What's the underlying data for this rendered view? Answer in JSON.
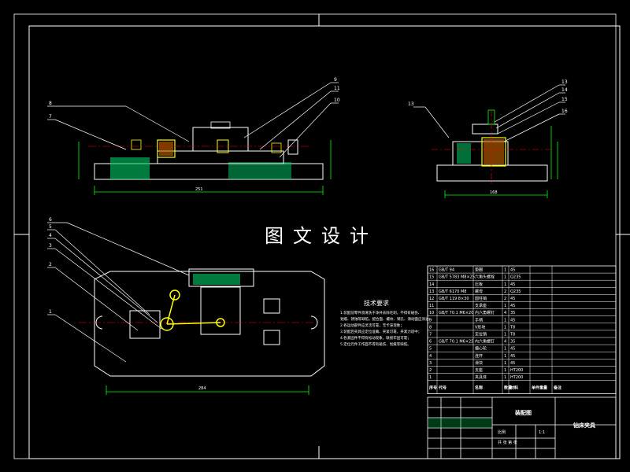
{
  "drawing": {
    "watermark": "图文设计",
    "tech_requirements_title": "技术要求",
    "tech_requirements": [
      "1.装配前零件须清洗干净并去除毛刺，不得有碰伤、",
      "划痕、锈蚀等缺陷，配合面、螺纹、销孔、滑动面应涂油；",
      "2.各运动部件应灵活可靠，无卡滞现象；",
      "3.装配后夹具应定位准确、夹紧可靠，夹紧力适中；",
      "4.各紧固件不得有松动现象，联接牢固可靠；",
      "5.定位元件工作面不得有碰伤、划痕等缺陷。"
    ],
    "colors": {
      "background": "#000000",
      "line": "#ffffff",
      "hatch": "#ff0000",
      "part": "#ffff00",
      "dimension": "#00ff00",
      "centerline": "#ff0000",
      "leader": "#ffffff",
      "table": "#ffffff",
      "highlight": "#00ffff"
    },
    "callouts": {
      "front": [
        "8",
        "7",
        "9",
        "11",
        "10"
      ],
      "side": [
        "13",
        "13",
        "14",
        "15",
        "16"
      ],
      "top": [
        "6",
        "5",
        "4",
        "3",
        "2",
        "1"
      ]
    },
    "dimensions": {
      "front_width": "251",
      "side_width": "168",
      "top_width": "284"
    },
    "bom_rows": [
      [
        "16",
        "GB/T 94",
        "垫圈",
        "1",
        "45",
        ""
      ],
      [
        "15",
        "GB/T 5783 M8×25",
        "六角头螺栓",
        "1",
        "Q235",
        ""
      ],
      [
        "14",
        "",
        "压板",
        "1",
        "45",
        ""
      ],
      [
        "13",
        "GB/T 6170 M8",
        "螺母",
        "2",
        "Q235",
        ""
      ],
      [
        "12",
        "GB/T 119 8×30",
        "圆柱销",
        "2",
        "45",
        ""
      ],
      [
        "11",
        "",
        "支承座",
        "1",
        "45",
        ""
      ],
      [
        "10",
        "GB/T 70.1 M6×20",
        "内六角螺钉",
        "4",
        "35",
        ""
      ],
      [
        "9",
        "",
        "手柄",
        "1",
        "45",
        ""
      ],
      [
        "8",
        "",
        "V形块",
        "1",
        "T8",
        ""
      ],
      [
        "7",
        "",
        "定位销",
        "1",
        "T8",
        ""
      ],
      [
        "6",
        "GB/T 70.1 M6×25",
        "内六角螺钉",
        "4",
        "35",
        ""
      ],
      [
        "5",
        "",
        "偏心轮",
        "1",
        "45",
        ""
      ],
      [
        "4",
        "",
        "连杆",
        "1",
        "45",
        ""
      ],
      [
        "3",
        "",
        "滑块",
        "1",
        "45",
        ""
      ],
      [
        "2",
        "",
        "支座",
        "1",
        "HT200",
        ""
      ],
      [
        "1",
        "",
        "夹具体",
        "1",
        "HT200",
        ""
      ]
    ],
    "bom_header": [
      "序号",
      "代号",
      "名称",
      "数量",
      "材料",
      "单件重量",
      "备注"
    ],
    "title_block": {
      "drawing_name": "装配图",
      "title": "钻床夹具",
      "scale_label": "比例",
      "scale": "1:1",
      "sheet_label": "共 张 第 张"
    }
  }
}
